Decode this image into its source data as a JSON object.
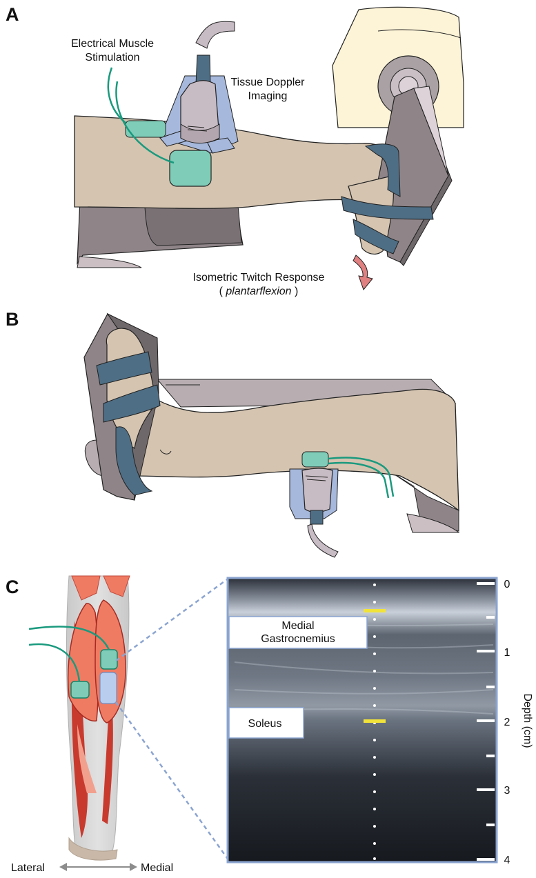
{
  "panels": {
    "a": {
      "letter": "A",
      "label_ems": [
        "Electrical Muscle",
        "Stimulation"
      ],
      "label_tdi": [
        "Tissue Doppler",
        "Imaging"
      ],
      "label_twitch": "Isometric Twitch Response",
      "label_twitch_sub_open": "( ",
      "label_twitch_sub_italic": "plantarflexion",
      "label_twitch_sub_close": " )"
    },
    "b": {
      "letter": "B"
    },
    "c": {
      "letter": "C",
      "orientation_left": "Lateral",
      "orientation_right": "Medial",
      "ultrasound": {
        "label_medial": [
          "Medial",
          "Gastrocnemius"
        ],
        "label_soleus": "Soleus",
        "depth_axis_label": "Depth (cm)",
        "depth_ticks": [
          "0",
          "1",
          "2",
          "3",
          "4"
        ]
      }
    }
  },
  "colors": {
    "skin": "#d4c4b0",
    "strap": "#4e6e85",
    "electrode": "#7fcdb8",
    "wire": "#1a9a7e",
    "probe": "#c8bcc4",
    "probe_holder": "#a6b8dc",
    "support": "#8f8589",
    "dyno": "#fdf3d6",
    "arrow": "#e08080",
    "muscle": "#ef7b63",
    "marker": "#f2e33a",
    "dash": "#8ba4d0"
  }
}
